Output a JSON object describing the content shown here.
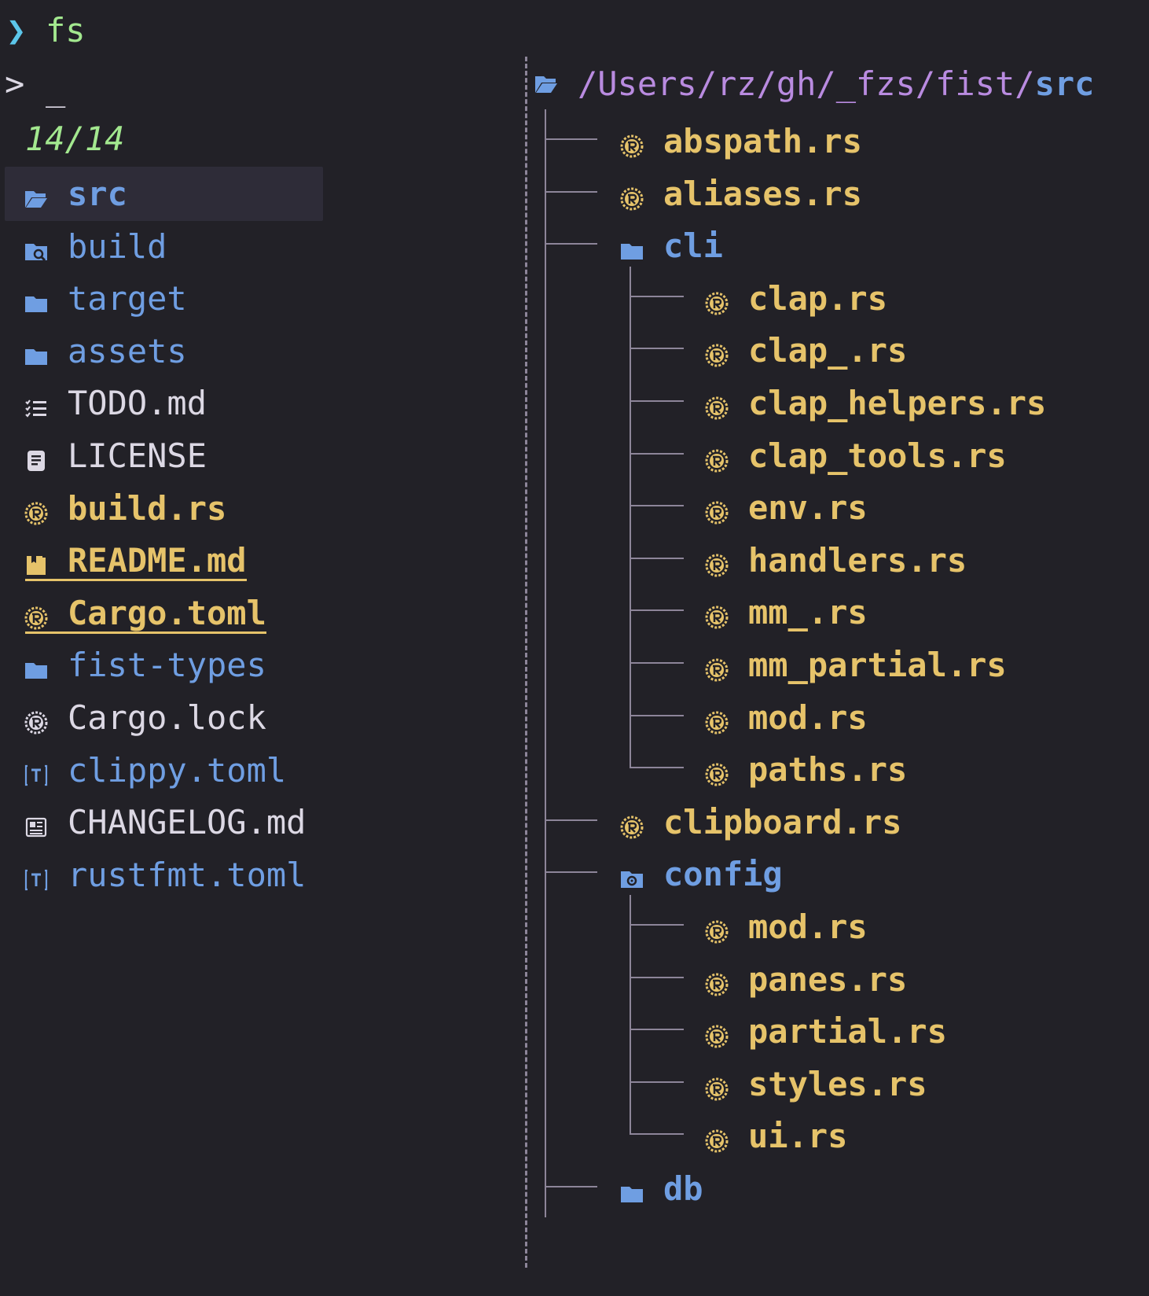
{
  "command": {
    "prompt_symbol": "❯",
    "text": "fs"
  },
  "picker": {
    "input_prompt": ">",
    "cursor": "_",
    "match_count": "14/14",
    "items": [
      {
        "label": "src",
        "icon": "folder-open-icon",
        "kind": "dir",
        "selected": true
      },
      {
        "label": "build",
        "icon": "folder-search-icon",
        "kind": "dir"
      },
      {
        "label": "target",
        "icon": "folder-icon",
        "kind": "dir"
      },
      {
        "label": "assets",
        "icon": "folder-icon",
        "kind": "dir"
      },
      {
        "label": "TODO.md",
        "icon": "checklist-icon",
        "kind": "file"
      },
      {
        "label": "LICENSE",
        "icon": "license-icon",
        "kind": "file"
      },
      {
        "label": "build.rs",
        "icon": "rust-icon",
        "kind": "rust"
      },
      {
        "label": "README.md",
        "icon": "book-icon",
        "kind": "rust-underline"
      },
      {
        "label": "Cargo.toml",
        "icon": "rust-icon",
        "kind": "rust-underline"
      },
      {
        "label": "fist-types",
        "icon": "folder-icon",
        "kind": "dir"
      },
      {
        "label": "Cargo.lock",
        "icon": "rust-lock-icon",
        "kind": "file"
      },
      {
        "label": "clippy.toml",
        "icon": "toml-icon",
        "kind": "dir"
      },
      {
        "label": "CHANGELOG.md",
        "icon": "newspaper-icon",
        "kind": "file"
      },
      {
        "label": "rustfmt.toml",
        "icon": "toml-icon",
        "kind": "dir"
      }
    ]
  },
  "preview": {
    "path_prefix": "/Users/rz/gh/_fzs/fist/",
    "path_last": "src",
    "path_icon": "folder-open-icon",
    "nodes": [
      {
        "label": "abspath.rs",
        "icon": "rust-icon",
        "depth": 1,
        "kind": "rust"
      },
      {
        "label": "aliases.rs",
        "icon": "rust-icon",
        "depth": 1,
        "kind": "rust"
      },
      {
        "label": "cli",
        "icon": "folder-icon",
        "depth": 1,
        "kind": "dir"
      },
      {
        "label": "clap.rs",
        "icon": "rust-icon",
        "depth": 2,
        "kind": "rust"
      },
      {
        "label": "clap_.rs",
        "icon": "rust-icon",
        "depth": 2,
        "kind": "rust"
      },
      {
        "label": "clap_helpers.rs",
        "icon": "rust-icon",
        "depth": 2,
        "kind": "rust"
      },
      {
        "label": "clap_tools.rs",
        "icon": "rust-icon",
        "depth": 2,
        "kind": "rust"
      },
      {
        "label": "env.rs",
        "icon": "rust-icon",
        "depth": 2,
        "kind": "rust"
      },
      {
        "label": "handlers.rs",
        "icon": "rust-icon",
        "depth": 2,
        "kind": "rust"
      },
      {
        "label": "mm_.rs",
        "icon": "rust-icon",
        "depth": 2,
        "kind": "rust"
      },
      {
        "label": "mm_partial.rs",
        "icon": "rust-icon",
        "depth": 2,
        "kind": "rust"
      },
      {
        "label": "mod.rs",
        "icon": "rust-icon",
        "depth": 2,
        "kind": "rust"
      },
      {
        "label": "paths.rs",
        "icon": "rust-icon",
        "depth": 2,
        "kind": "rust"
      },
      {
        "label": "clipboard.rs",
        "icon": "rust-icon",
        "depth": 1,
        "kind": "rust"
      },
      {
        "label": "config",
        "icon": "folder-config-icon",
        "depth": 1,
        "kind": "dir"
      },
      {
        "label": "mod.rs",
        "icon": "rust-icon",
        "depth": 2,
        "kind": "rust"
      },
      {
        "label": "panes.rs",
        "icon": "rust-icon",
        "depth": 2,
        "kind": "rust"
      },
      {
        "label": "partial.rs",
        "icon": "rust-icon",
        "depth": 2,
        "kind": "rust"
      },
      {
        "label": "styles.rs",
        "icon": "rust-icon",
        "depth": 2,
        "kind": "rust"
      },
      {
        "label": "ui.rs",
        "icon": "rust-icon",
        "depth": 2,
        "kind": "rust"
      },
      {
        "label": "db",
        "icon": "folder-icon",
        "depth": 1,
        "kind": "dir"
      }
    ]
  },
  "colors": {
    "background": "#222127",
    "folder": "#6f9ee2",
    "rust": "#e6c36a",
    "text": "#dcd8e4",
    "prompt": "#5cc6ea",
    "count": "#a3e88f",
    "path": "#b98be0",
    "tree_lines": "#8d8599",
    "selection": "#2e2c38"
  }
}
